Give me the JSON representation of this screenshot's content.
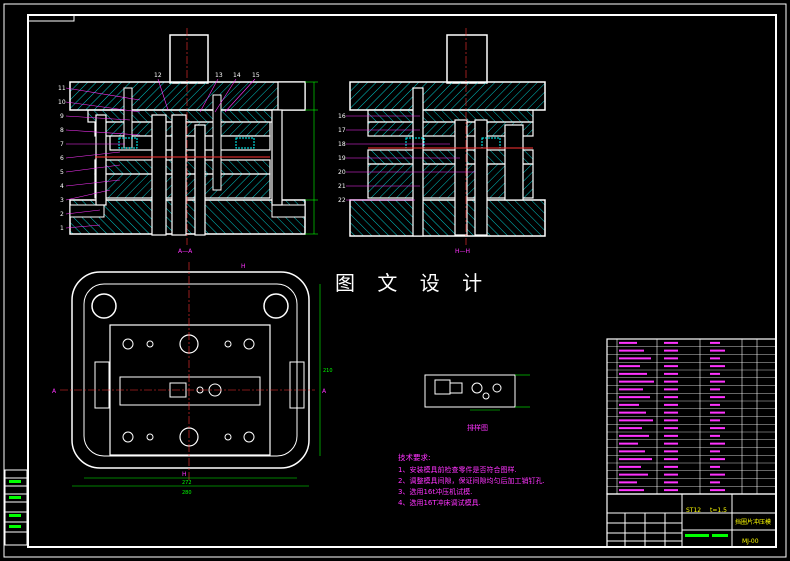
{
  "watermark": "图 文 设 计",
  "section_labels": {
    "aa": "A—A",
    "hh": "H—H"
  },
  "view_labels": {
    "a_left": "A",
    "a_right": "A",
    "h_top": "H",
    "h_bottom": "H"
  },
  "part_callouts_left": [
    "11",
    "10",
    "9",
    "8",
    "7",
    "6",
    "5",
    "4",
    "3",
    "2",
    "1"
  ],
  "part_callouts_top": [
    "12",
    "13",
    "14",
    "15"
  ],
  "part_callouts_right": [
    "16",
    "17",
    "18",
    "19",
    "20",
    "21",
    "22"
  ],
  "dims": {
    "width_overall": "280",
    "width_inner": "272",
    "height_side": "210"
  },
  "strip_label": "排样图",
  "notes": {
    "heading": "技术要求:",
    "items": [
      "1、安装模具前检查零件是否符合图样.",
      "2、调整模具间隙，保证间隙均匀后加工销钉孔.",
      "3、选用16t冲压机试模.",
      "4、选用16T冲床调试模具."
    ]
  },
  "title_block": {
    "material": "ST12",
    "thickness": "t=1.5",
    "part_name": "挡圈片冲压模",
    "drawing_no": "MJ-00"
  },
  "bom_rows": 20,
  "colors": {
    "line": "#ffffff",
    "hatch": "#00ffff",
    "dim": "#00ff00",
    "text": "#ff33ff",
    "center": "#ff3333",
    "yellow": "#ffff00"
  }
}
